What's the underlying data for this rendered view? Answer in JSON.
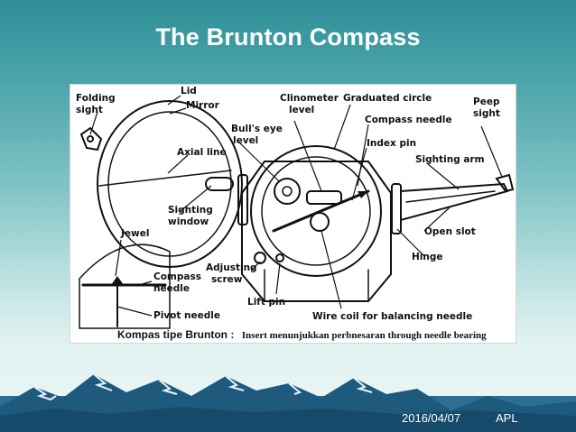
{
  "slide": {
    "title": "The Brunton Compass",
    "footer_date": "2016/04/07",
    "footer_author": "APL"
  },
  "diagram": {
    "labels": {
      "folding_sight": [
        "Folding",
        "sight"
      ],
      "lid": "Lid",
      "mirror": "Mirror",
      "axial_line": "Axial line",
      "sighting_window": [
        "Sighting",
        "window"
      ],
      "bulls_eye_level": [
        "Bull's eye",
        "level"
      ],
      "clinometer_level": [
        "Clinometer",
        "level"
      ],
      "graduated_circle": "Graduated circle",
      "compass_needle": "Compass needle",
      "index_pin": "Index pin",
      "peep_sight": [
        "Peep",
        "sight"
      ],
      "sighting_arm": "Sighting arm",
      "open_slot": "Open slot",
      "hinge": "Hinge",
      "adjusting_screw": [
        "Adjusting",
        "screw"
      ],
      "lift_pin": "Lift pin",
      "wire_coil": "Wire coil for balancing needle",
      "jewel": "Jewel",
      "inset_compass_needle": [
        "Compass",
        "needle"
      ],
      "pivot_needle": "Pivot needle"
    },
    "caption": {
      "bold": "Kompas tipe Brunton :",
      "rest": "Insert menunjukkan perbnesaran through needle bearing"
    }
  }
}
